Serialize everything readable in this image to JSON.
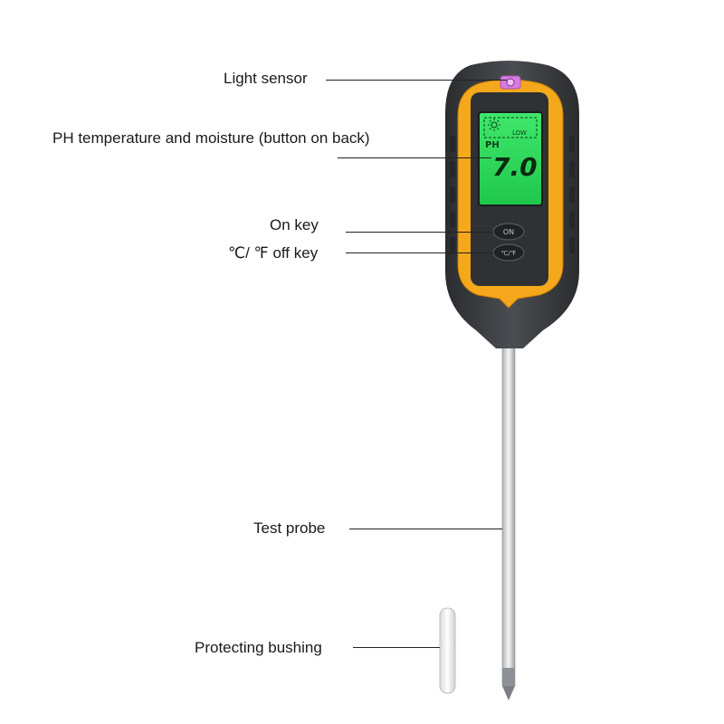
{
  "labels": {
    "light_sensor": "Light sensor",
    "ph_temp_moisture": "PH temperature and moisture (button on back)",
    "on_key": "On key",
    "unit_off_key": "℃/ ℉ off key",
    "test_probe": "Test probe",
    "protecting_bushing": "Protecting bushing"
  },
  "display": {
    "mode": "PH",
    "value": "7.0",
    "battery": "LOW",
    "sun_icon": "sun-icon"
  },
  "buttons": {
    "on": "ON",
    "unit": "℃/℉"
  },
  "colors": {
    "body": "#3a3d40",
    "bezel": "#f5a81c",
    "lcd": "#29d85a",
    "sensor": "#d77be0",
    "probe": "#d8dadc",
    "leader": "#222222"
  }
}
